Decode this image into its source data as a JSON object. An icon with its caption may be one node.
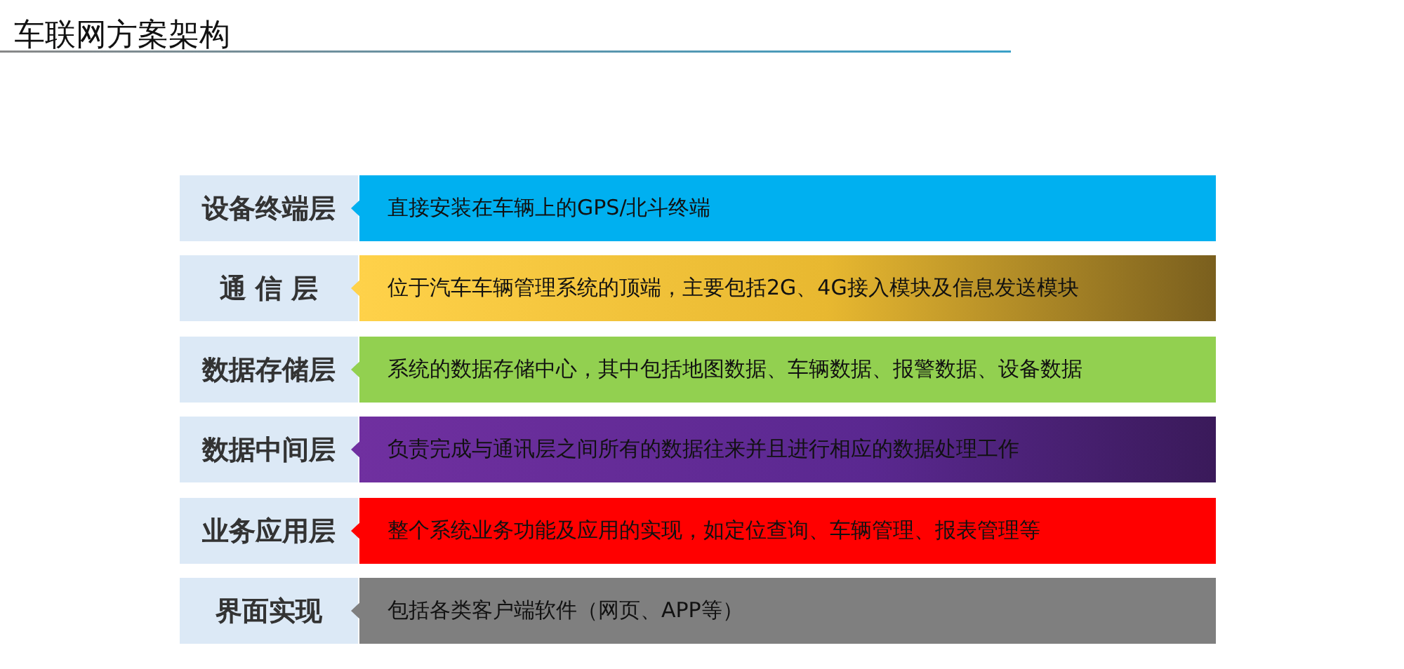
{
  "diagram": {
    "title": "车联网方案架构",
    "nodes": [
      {
        "text": [
          "设备终端层"
        ]
      },
      {
        "text": [
          "直接安装在车辆上的GPS/北斗终端"
        ]
      },
      {
        "text": [
          "通 信 层"
        ]
      },
      {
        "text": [
          "位于汽车车辆管理系统的顶端，主要包括2G、4G接入模块及信息发送模块"
        ]
      },
      {
        "text": [
          "数据存储层"
        ]
      },
      {
        "text": [
          "系统的数据存储中心，其中包括地图数据、车辆数据、报警数据、设备数据"
        ]
      },
      {
        "text": [
          "数据中间层"
        ]
      },
      {
        "text": [
          "负责完成与通讯层之间所有的数据往来并且进行相应的数据处理工作"
        ]
      },
      {
        "text": [
          "业务应用层"
        ]
      },
      {
        "text": [
          "整个系统业务功能及应用的实现，如定位查询、车辆管理、报表管理等"
        ]
      },
      {
        "text": [
          "界面实现"
        ]
      },
      {
        "text": [
          "包括各类客户端软件（网页、APP等）"
        ]
      }
    ]
  }
}
